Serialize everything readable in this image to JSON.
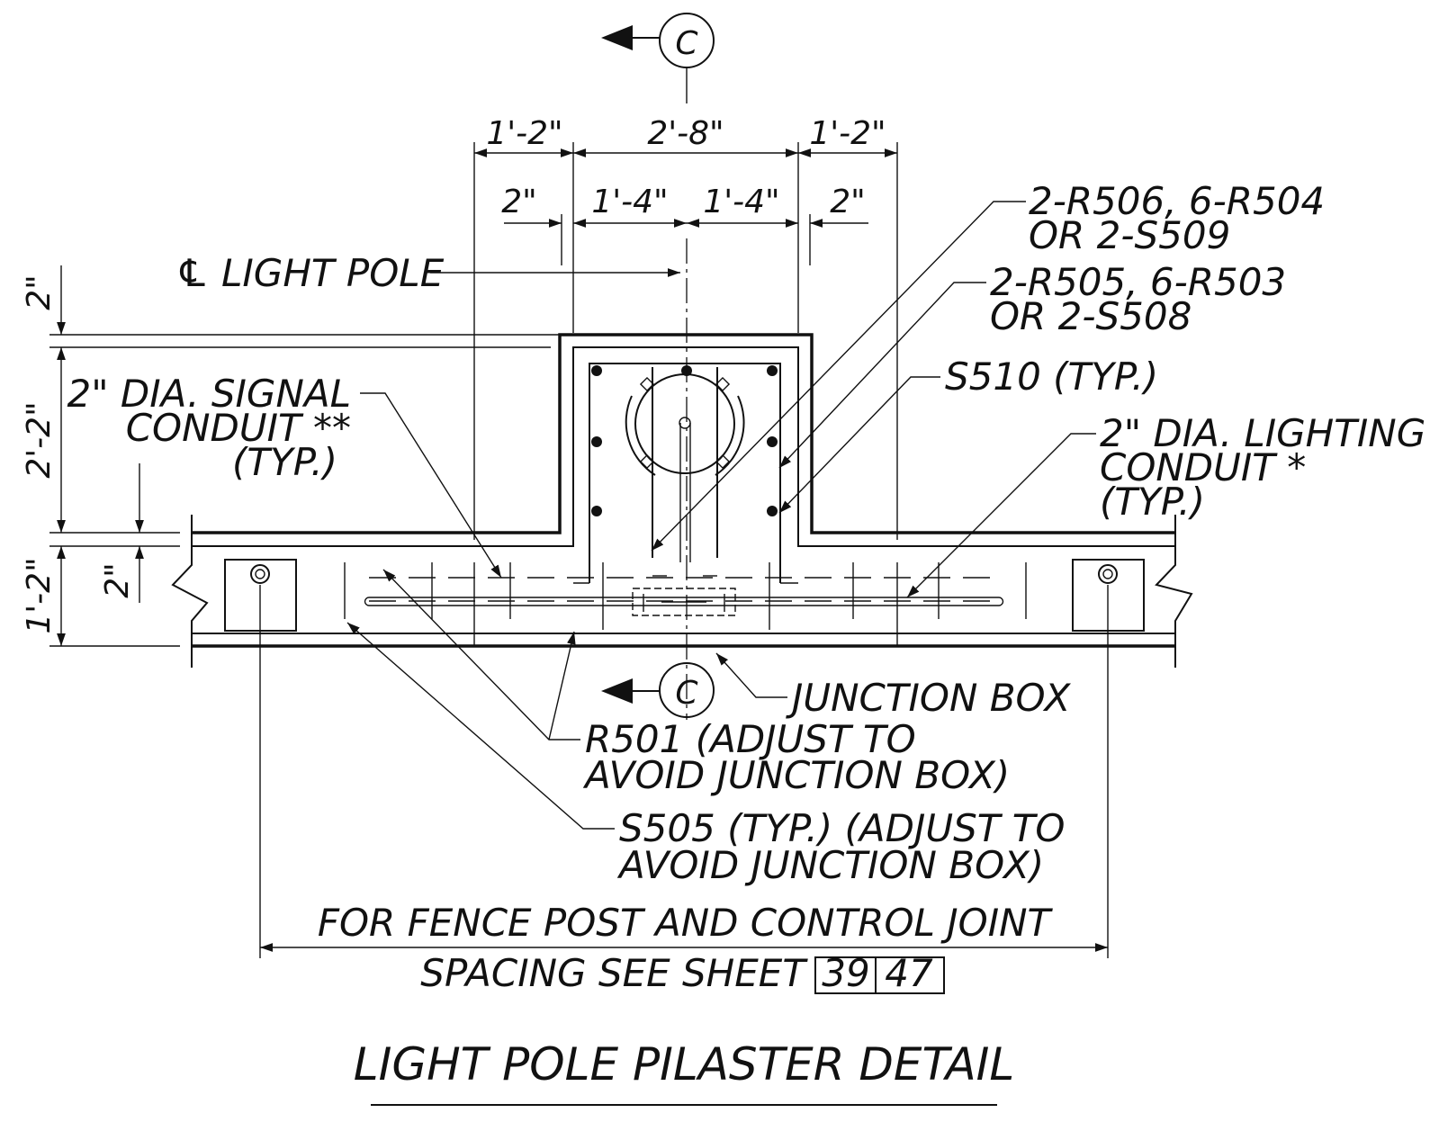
{
  "section_markers": [
    {
      "letter": "C"
    },
    {
      "letter": "C"
    }
  ],
  "dimensions": {
    "top_left": "1'-2\"",
    "top_center": "2'-8\"",
    "top_right": "1'-2\"",
    "sub_left": "2\"",
    "sub_center_left": "1'-4\"",
    "sub_center_right": "1'-4\"",
    "sub_right": "2\"",
    "left_top_cover": "2\"",
    "left_pilaster_height": "2'-2\"",
    "left_wall_thickness": "1'-2\"",
    "left_wall_cover": "2\""
  },
  "callouts": {
    "centerline": "℄ LIGHT POLE",
    "bars_1_line1": "2-R506, 6-R504",
    "bars_1_line2": "OR 2-S509",
    "bars_2_line1": "2-R505, 6-R503",
    "bars_2_line2": "OR 2-S508",
    "stirrup": "S510 (TYP.)",
    "lighting_line1": "2\" DIA. LIGHTING",
    "lighting_line2": "CONDUIT *",
    "lighting_line3": "(TYP.)",
    "signal_line1": "2\" DIA. SIGNAL",
    "signal_line2": "CONDUIT **",
    "signal_line3": "(TYP.)",
    "junction_box": "JUNCTION BOX",
    "r501_line1": "R501 (ADJUST TO",
    "r501_line2": "AVOID JUNCTION BOX)",
    "s505_line1": "S505 (TYP.) (ADJUST TO",
    "s505_line2": "AVOID JUNCTION BOX)"
  },
  "spacing_note": {
    "line1": "FOR FENCE POST AND CONTROL JOINT",
    "line2_prefix": "SPACING SEE SHEET",
    "sheet_left": "39",
    "sheet_right": "47"
  },
  "title": "LIGHT POLE PILASTER DETAIL"
}
